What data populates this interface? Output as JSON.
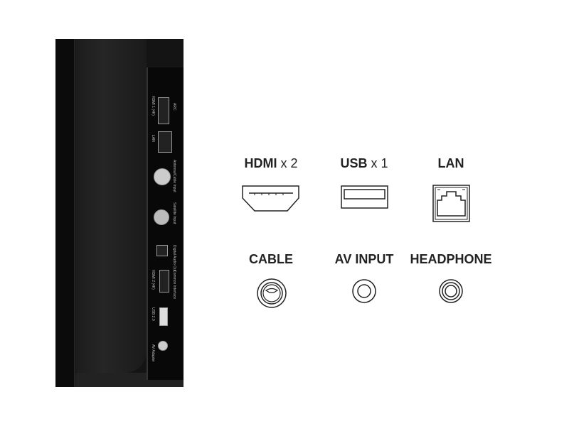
{
  "tv_ports": [
    "ARC",
    "HDMI 1 (4K)",
    "LAN",
    "Antenna/Cable Input",
    "Satellite Input",
    "Digital Audio Out",
    "HDMI 2 (4K)",
    "Common Interface",
    "USB 2.0",
    "AV Adapter"
  ],
  "icons": [
    {
      "name": "HDMI",
      "count": "x 2",
      "icon": "hdmi-port-icon"
    },
    {
      "name": "USB",
      "count": "x 1",
      "icon": "usb-port-icon"
    },
    {
      "name": "LAN",
      "icon": "ethernet-port-icon"
    },
    {
      "name": "CABLE",
      "icon": "coax-port-icon"
    },
    {
      "name": "AV INPUT",
      "icon": "av-jack-icon"
    },
    {
      "name": "HEADPHONE",
      "icon": "headphone-jack-icon"
    }
  ],
  "colors": {
    "icon": "#222222",
    "tv": "#141414"
  }
}
